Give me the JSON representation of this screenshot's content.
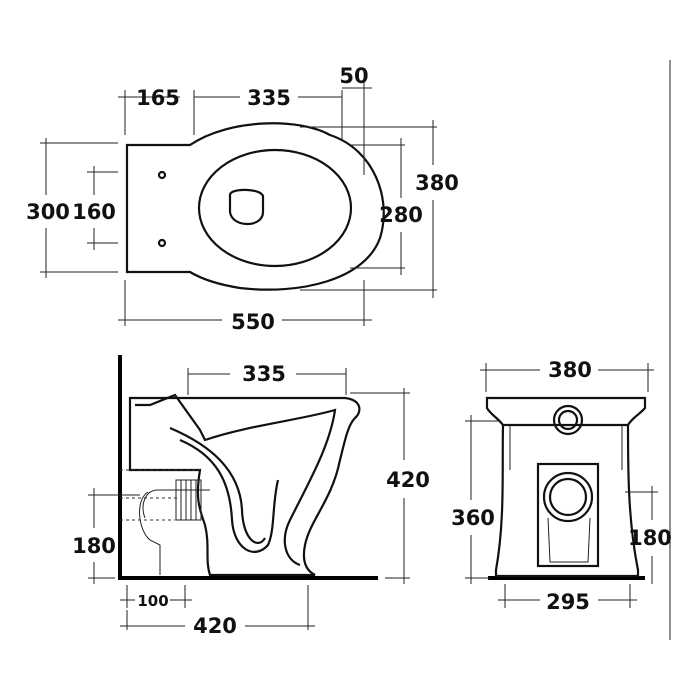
{
  "top_view": {
    "dim_165": "165",
    "dim_335": "335",
    "dim_50": "50",
    "dim_380": "380",
    "dim_300": "300",
    "dim_160": "160",
    "dim_280": "280",
    "dim_550": "550"
  },
  "side_view": {
    "dim_335": "335",
    "dim_420_height": "420",
    "dim_180": "180",
    "dim_100": "100",
    "dim_420_depth": "420"
  },
  "front_view": {
    "dim_380": "380",
    "dim_360": "360",
    "dim_180": "180",
    "dim_295": "295"
  }
}
